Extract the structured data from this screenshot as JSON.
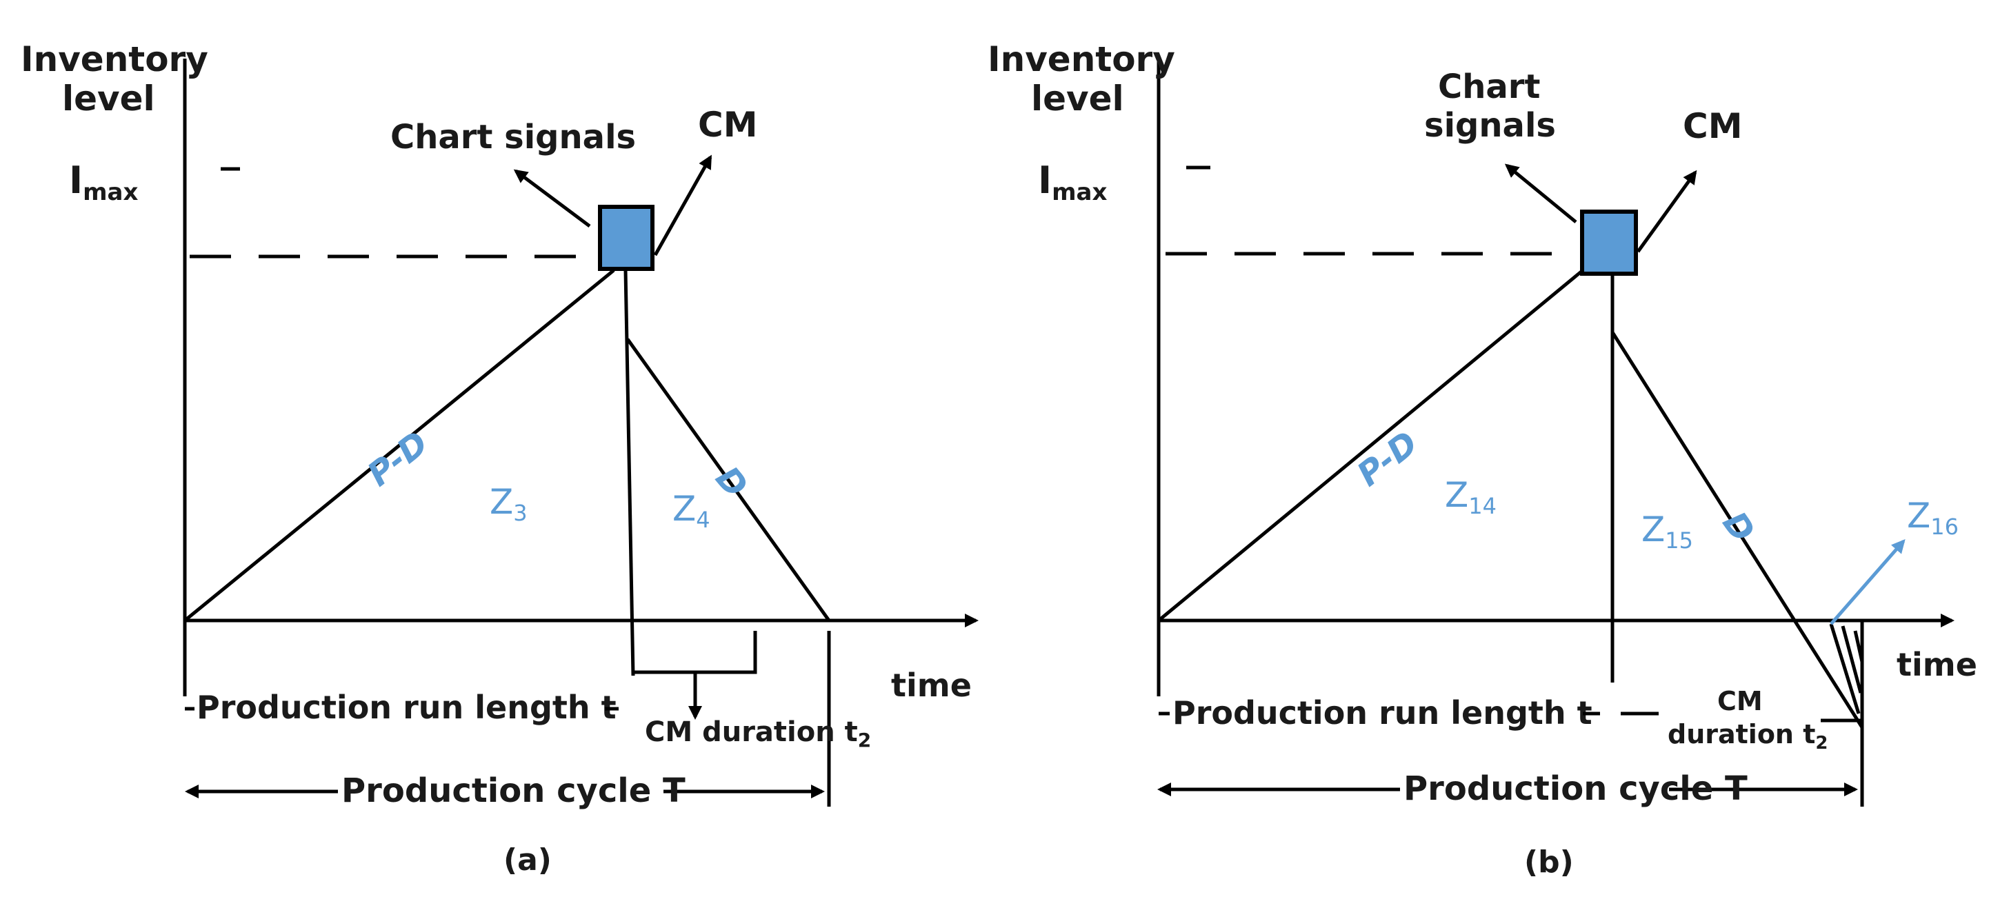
{
  "panel_a": {
    "y_axis_label_1": "Inventory",
    "y_axis_label_2": "level",
    "imax_base": "I",
    "imax_sub": "max",
    "chart_signals": "Chart signals",
    "cm": "CM",
    "pd_label": "P-D",
    "d_label": "D",
    "z3_base": "Z",
    "z3_sub": "3",
    "z4_base": "Z",
    "z4_sub": "4",
    "time": "time",
    "production_run": "Production run length t",
    "cm_duration": "CM duration t",
    "cm_duration_sub": "2",
    "production_cycle": "Production cycle T",
    "caption": "(a)"
  },
  "panel_b": {
    "y_axis_label_1": "Inventory",
    "y_axis_label_2": "level",
    "imax_base": "I",
    "imax_sub": "max",
    "chart_signals_1": "Chart",
    "chart_signals_2": "signals",
    "cm": "CM",
    "pd_label": "P-D",
    "d_label": "D",
    "z14_base": "Z",
    "z14_sub": "14",
    "z15_base": "Z",
    "z15_sub": "15",
    "z16_base": "Z",
    "z16_sub": "16",
    "time": "time",
    "production_run": "Production run length t",
    "cm_duration_1": "CM",
    "cm_duration_2": "duration t",
    "cm_duration_sub": "2",
    "production_cycle": "Production cycle T",
    "caption": "(b)"
  },
  "colors": {
    "accent": "#5b9bd5",
    "line": "#000000"
  }
}
